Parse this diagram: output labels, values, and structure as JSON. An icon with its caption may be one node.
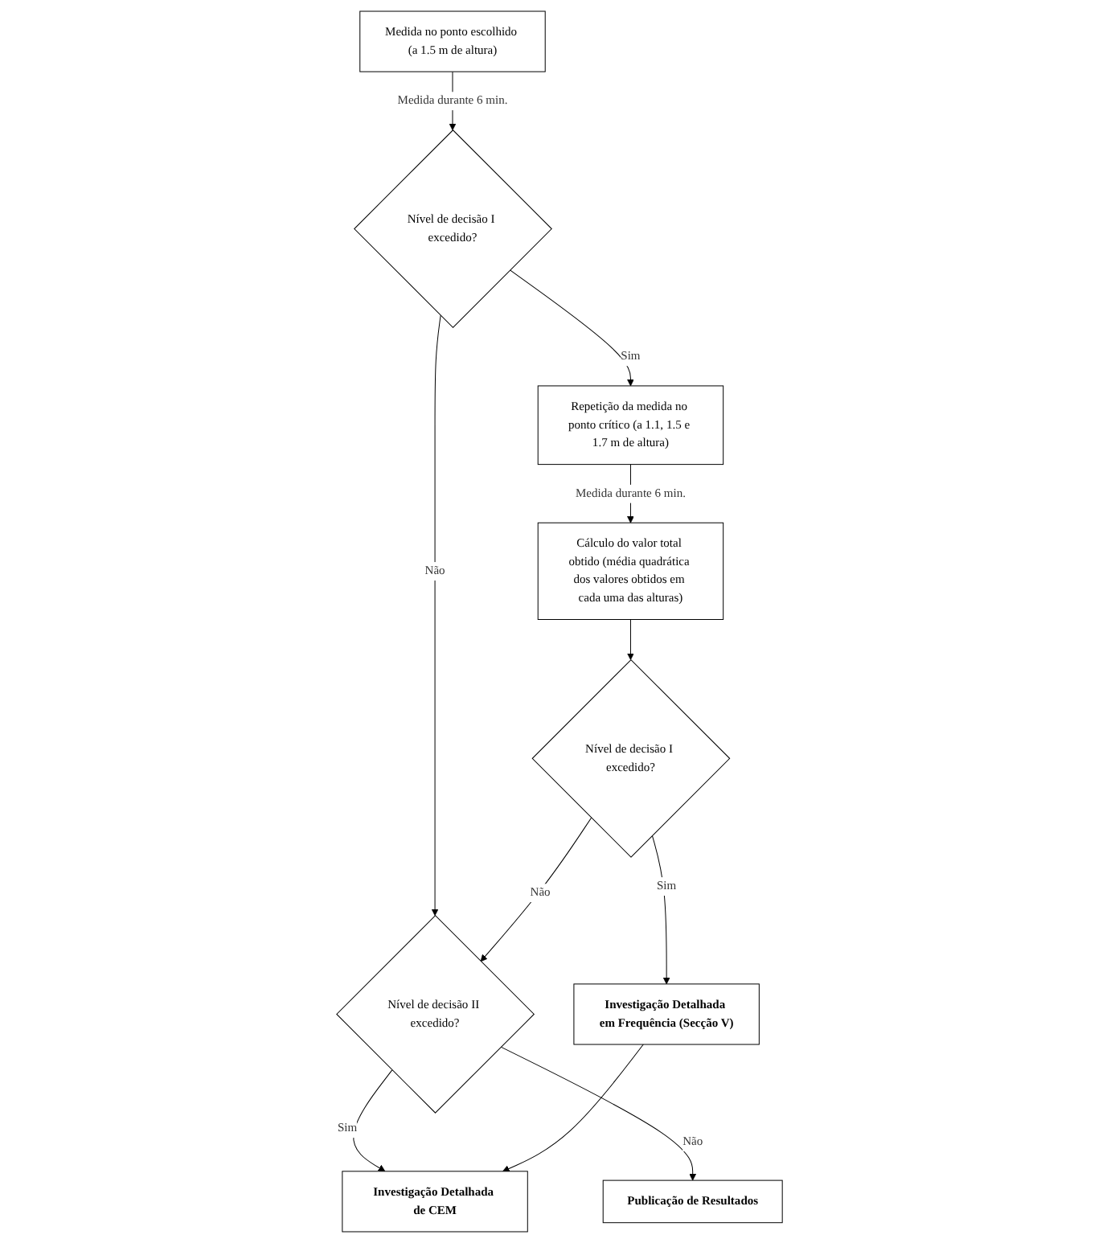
{
  "diagram": {
    "nodes": [
      {
        "text": [
          "Medida no ponto escolhido (a 1.5 m de altura)"
        ]
      },
      {
        "text": [
          "Nível de decisão I excedido?"
        ]
      },
      {
        "text": [
          "Repetição da medida no ponto crítico (a 1.1, 1.5 e 1.7 m de altura)"
        ]
      },
      {
        "text": [
          "Cálculo do valor total obtido (média quadrática dos valores obtidos em cada uma das alturas)"
        ]
      },
      {
        "text": [
          "Nível de decisão I excedido?"
        ]
      },
      {
        "text": [
          "Nível de decisão II excedido?"
        ]
      },
      {
        "text": [
          "Publicação de Resultados"
        ]
      },
      {
        "text": [
          "Investigação Detalhada de CEM"
        ]
      },
      {
        "text": [
          "Investigação Detalhada em Frequência (Secção V)"
        ]
      }
    ],
    "edges": [
      {
        "from": 0,
        "to": 1,
        "arrow": "to",
        "label": "Medida durante 6 min."
      },
      {
        "from": 1,
        "to": 5,
        "arrow": "to",
        "label": "Não"
      },
      {
        "from": 1,
        "to": 2,
        "arrow": "to",
        "label": "Sim"
      },
      {
        "from": 2,
        "to": 3,
        "arrow": "to",
        "label": "Medida durante 6 min."
      },
      {
        "from": 3,
        "to": 4,
        "arrow": "to"
      },
      {
        "from": 4,
        "to": 5,
        "arrow": "to",
        "label": "Não"
      },
      {
        "from": 4,
        "to": 8,
        "arrow": "to",
        "label": "Sim"
      },
      {
        "from": 5,
        "to": 7,
        "arrow": "to",
        "label": "Sim"
      },
      {
        "from": 5,
        "to": 6,
        "arrow": "to",
        "label": "Não"
      },
      {
        "from": 8,
        "to": 7,
        "arrow": "to"
      }
    ]
  }
}
